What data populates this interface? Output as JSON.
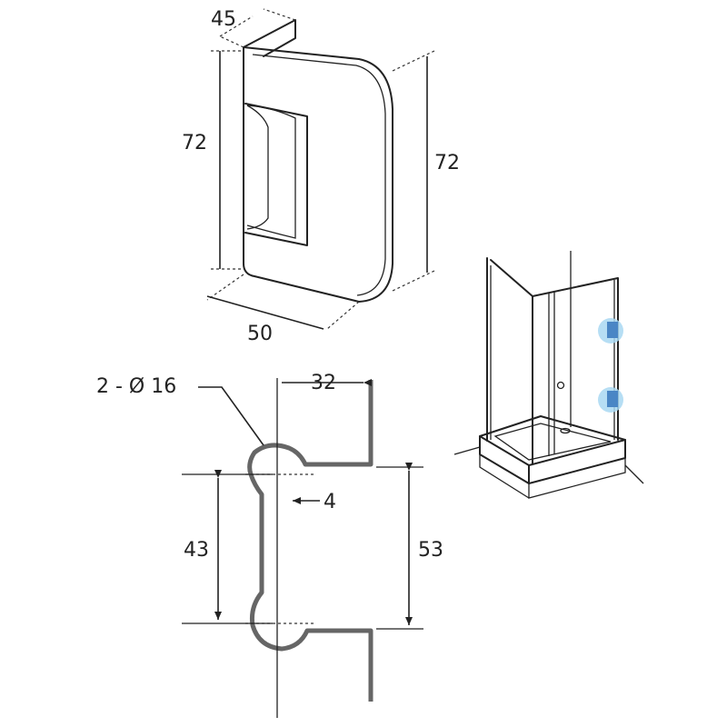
{
  "hinge": {
    "depth_label": "45",
    "left_height_label": "72",
    "right_height_label": "72",
    "width_label": "50"
  },
  "section": {
    "holes_label": "2 - Ø 16",
    "offset_label": "32",
    "thickness_label": "4",
    "inner_spacing_label": "43",
    "outer_spacing_label": "53"
  },
  "colors": {
    "ink": "#222222",
    "profile": "#666666",
    "glass_highlight": "#a9d8f2",
    "hinge_marker": "#4a86c5"
  }
}
